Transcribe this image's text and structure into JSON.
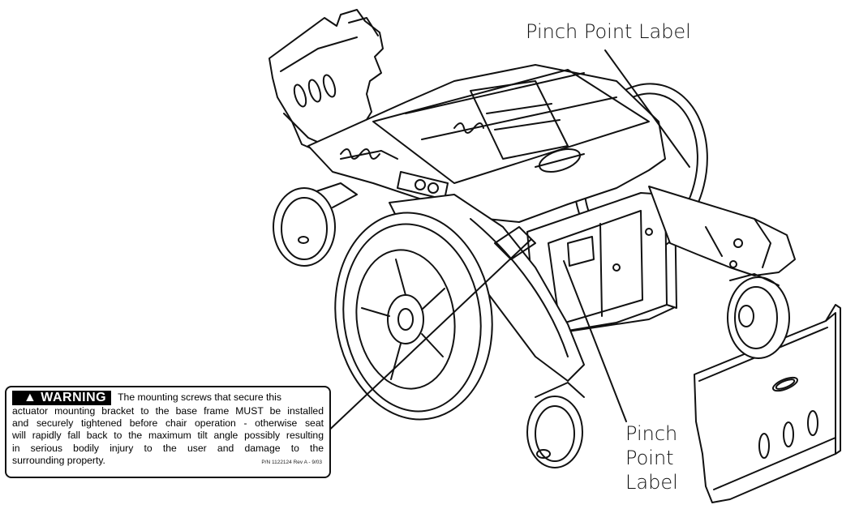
{
  "callouts": {
    "top": "Pinch Point Label",
    "bottom_lines": [
      "Pinch",
      "Point",
      "Label"
    ]
  },
  "warning_label": {
    "badge": "▲ WARNING",
    "first_line": "The mounting screws that secure this",
    "body_lines": [
      "actuator mounting bracket to the base frame MUST be installed",
      "and securely tightened before chair operation - otherwise seat",
      "will rapidly fall back to the maximum tilt angle possibly resulting",
      "in serious bodily injury to the user and damage to the"
    ],
    "last_line": "surrounding property.",
    "part_number": "P/N 1122124   Rev A - 9/03"
  }
}
